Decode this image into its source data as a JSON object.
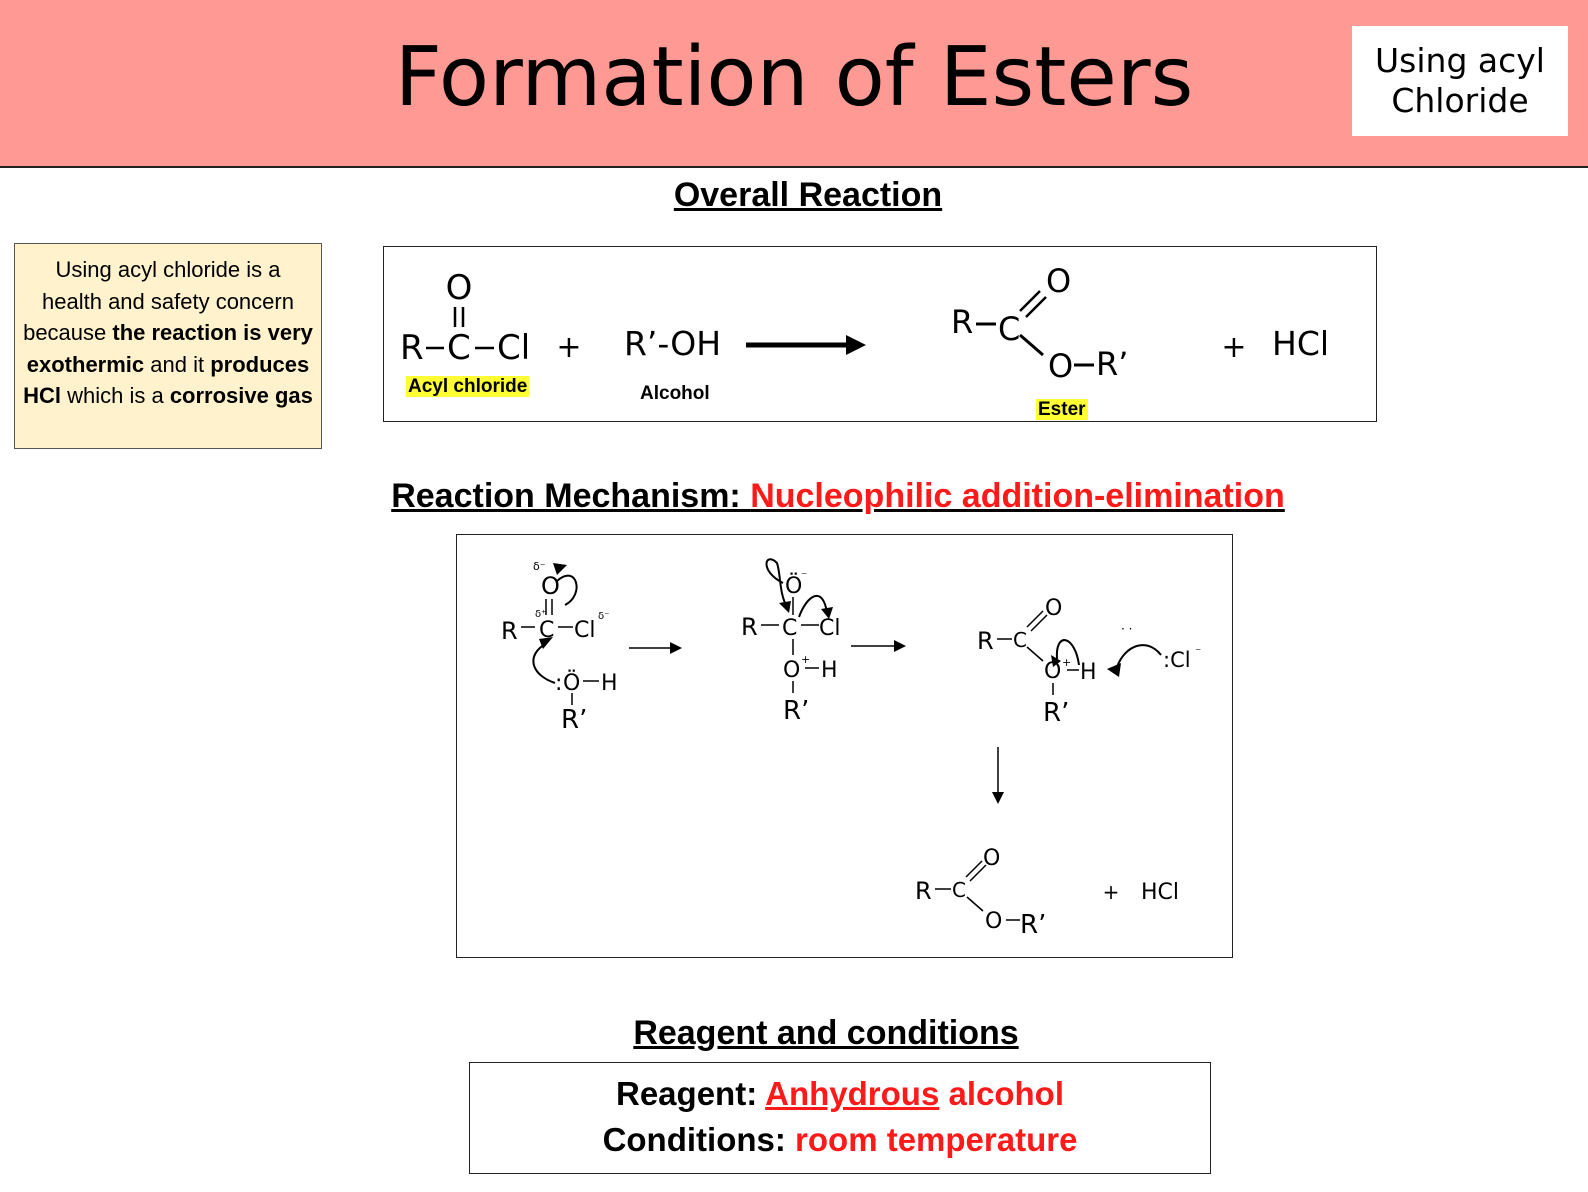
{
  "header": {
    "title": "Formation of Esters",
    "tag_line1": "Using acyl",
    "tag_line2": "Chloride",
    "background": "#FF9994"
  },
  "note": {
    "part1": "Using acyl chloride is a health and safety concern because ",
    "bold1": "the reaction is very exothermic",
    "part2": " and it ",
    "bold2": "produces HCl",
    "part3": " which is a ",
    "bold3": "corrosive gas",
    "background": "#FFF2CC"
  },
  "overall": {
    "heading": "Overall Reaction",
    "reactant1": {
      "top_atom": "O",
      "left_atom": "R",
      "center_atom": "C",
      "right_atom": "Cl",
      "label": "Acyl chloride"
    },
    "plus1": "+",
    "reactant2": {
      "formula": "R’-OH",
      "label": "Alcohol"
    },
    "product": {
      "r": "R",
      "c": "C",
      "o_double": "O",
      "o_single": "O",
      "r_prime": "R’",
      "label": "Ester"
    },
    "plus2": "+",
    "hcl": "HCl",
    "highlight_color": "#FFFF33"
  },
  "mechanism": {
    "heading_prefix": "Reaction Mechanism: ",
    "heading_type": "Nucleophilic addition-elimination",
    "accent": "#FF1A1A",
    "step1": {
      "o": "O",
      "r": "R",
      "c": "C",
      "cl": "Cl",
      "delta_o": "δ⁻",
      "delta_c": "δ⁺",
      "delta_cl": "δ⁻",
      "nuc_o": "Ö",
      "nuc_lone": ":",
      "h": "H",
      "r_prime": "R’"
    },
    "step2": {
      "o": "Ö",
      "o_charge": "⁻",
      "r": "R",
      "c": "C",
      "cl": "Cl",
      "o_plus": "O",
      "plus": "+",
      "h": "H",
      "r_prime": "R’"
    },
    "step3": {
      "r": "R",
      "c": "C",
      "o_double": "O",
      "o_plus": "O",
      "plus": "+",
      "h": "H",
      "r_prime": "R’",
      "cl_ion": ":Cl",
      "cl_charge": "⁻",
      "dots": "· ·"
    },
    "step4": {
      "r": "R",
      "c": "C",
      "o_double": "O",
      "o_single": "O",
      "r_prime": "R’",
      "plus": "+",
      "hcl": "HCl"
    }
  },
  "reagents": {
    "heading": "Reagent and conditions",
    "reagent_label": "Reagent: ",
    "reagent_value_underlined": "Anhydrous",
    "reagent_value_rest": " alcohol",
    "conditions_label": "Conditions: ",
    "conditions_value": "room temperature"
  }
}
